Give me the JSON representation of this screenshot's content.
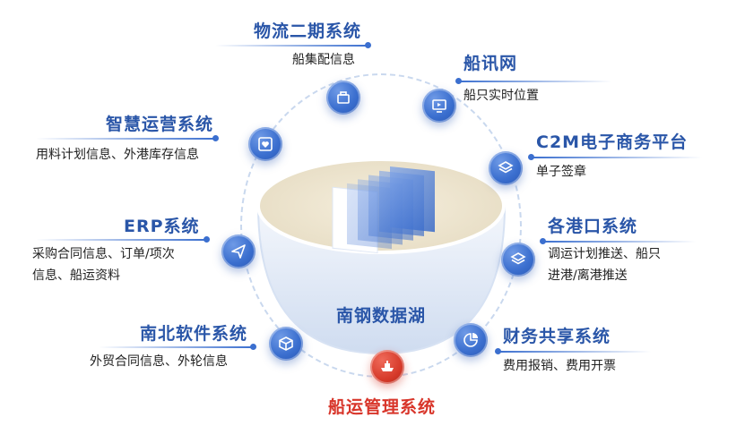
{
  "center": {
    "label": "南钢数据湖"
  },
  "systems": {
    "logistics2": {
      "title": "物流二期系统",
      "desc": "船集配信息",
      "icon": "cargo-icon"
    },
    "shipnet": {
      "title": "船讯网",
      "desc": "船只实时位置",
      "icon": "monitor-icon"
    },
    "c2m": {
      "title": "C2M电子商务平台",
      "desc": "单子签章",
      "icon": "layers-icon"
    },
    "ports": {
      "title": "各港口系统",
      "desc_line1": "调运计划推送、船只",
      "desc_line2": "进港/离港推送",
      "icon": "layers-icon"
    },
    "finance": {
      "title": "财务共享系统",
      "desc": "费用报销、费用开票",
      "icon": "pie-chart-icon"
    },
    "shipping": {
      "title": "船运管理系统",
      "icon": "ship-icon"
    },
    "nanbei": {
      "title": "南北软件系统",
      "desc": "外贸合同信息、外轮信息",
      "icon": "cube-icon"
    },
    "erp": {
      "title": "ERP系统",
      "desc_line1": "采购合同信息、订单/项次",
      "desc_line2": "信息、船运资料",
      "icon": "send-icon"
    },
    "smart": {
      "title": "智慧运营系统",
      "desc": "用料计划信息、外港库存信息",
      "icon": "heart-screen-icon"
    }
  },
  "colors": {
    "primary": "#2a56a8",
    "accent": "#3b6fcf",
    "highlight": "#d8352a"
  }
}
